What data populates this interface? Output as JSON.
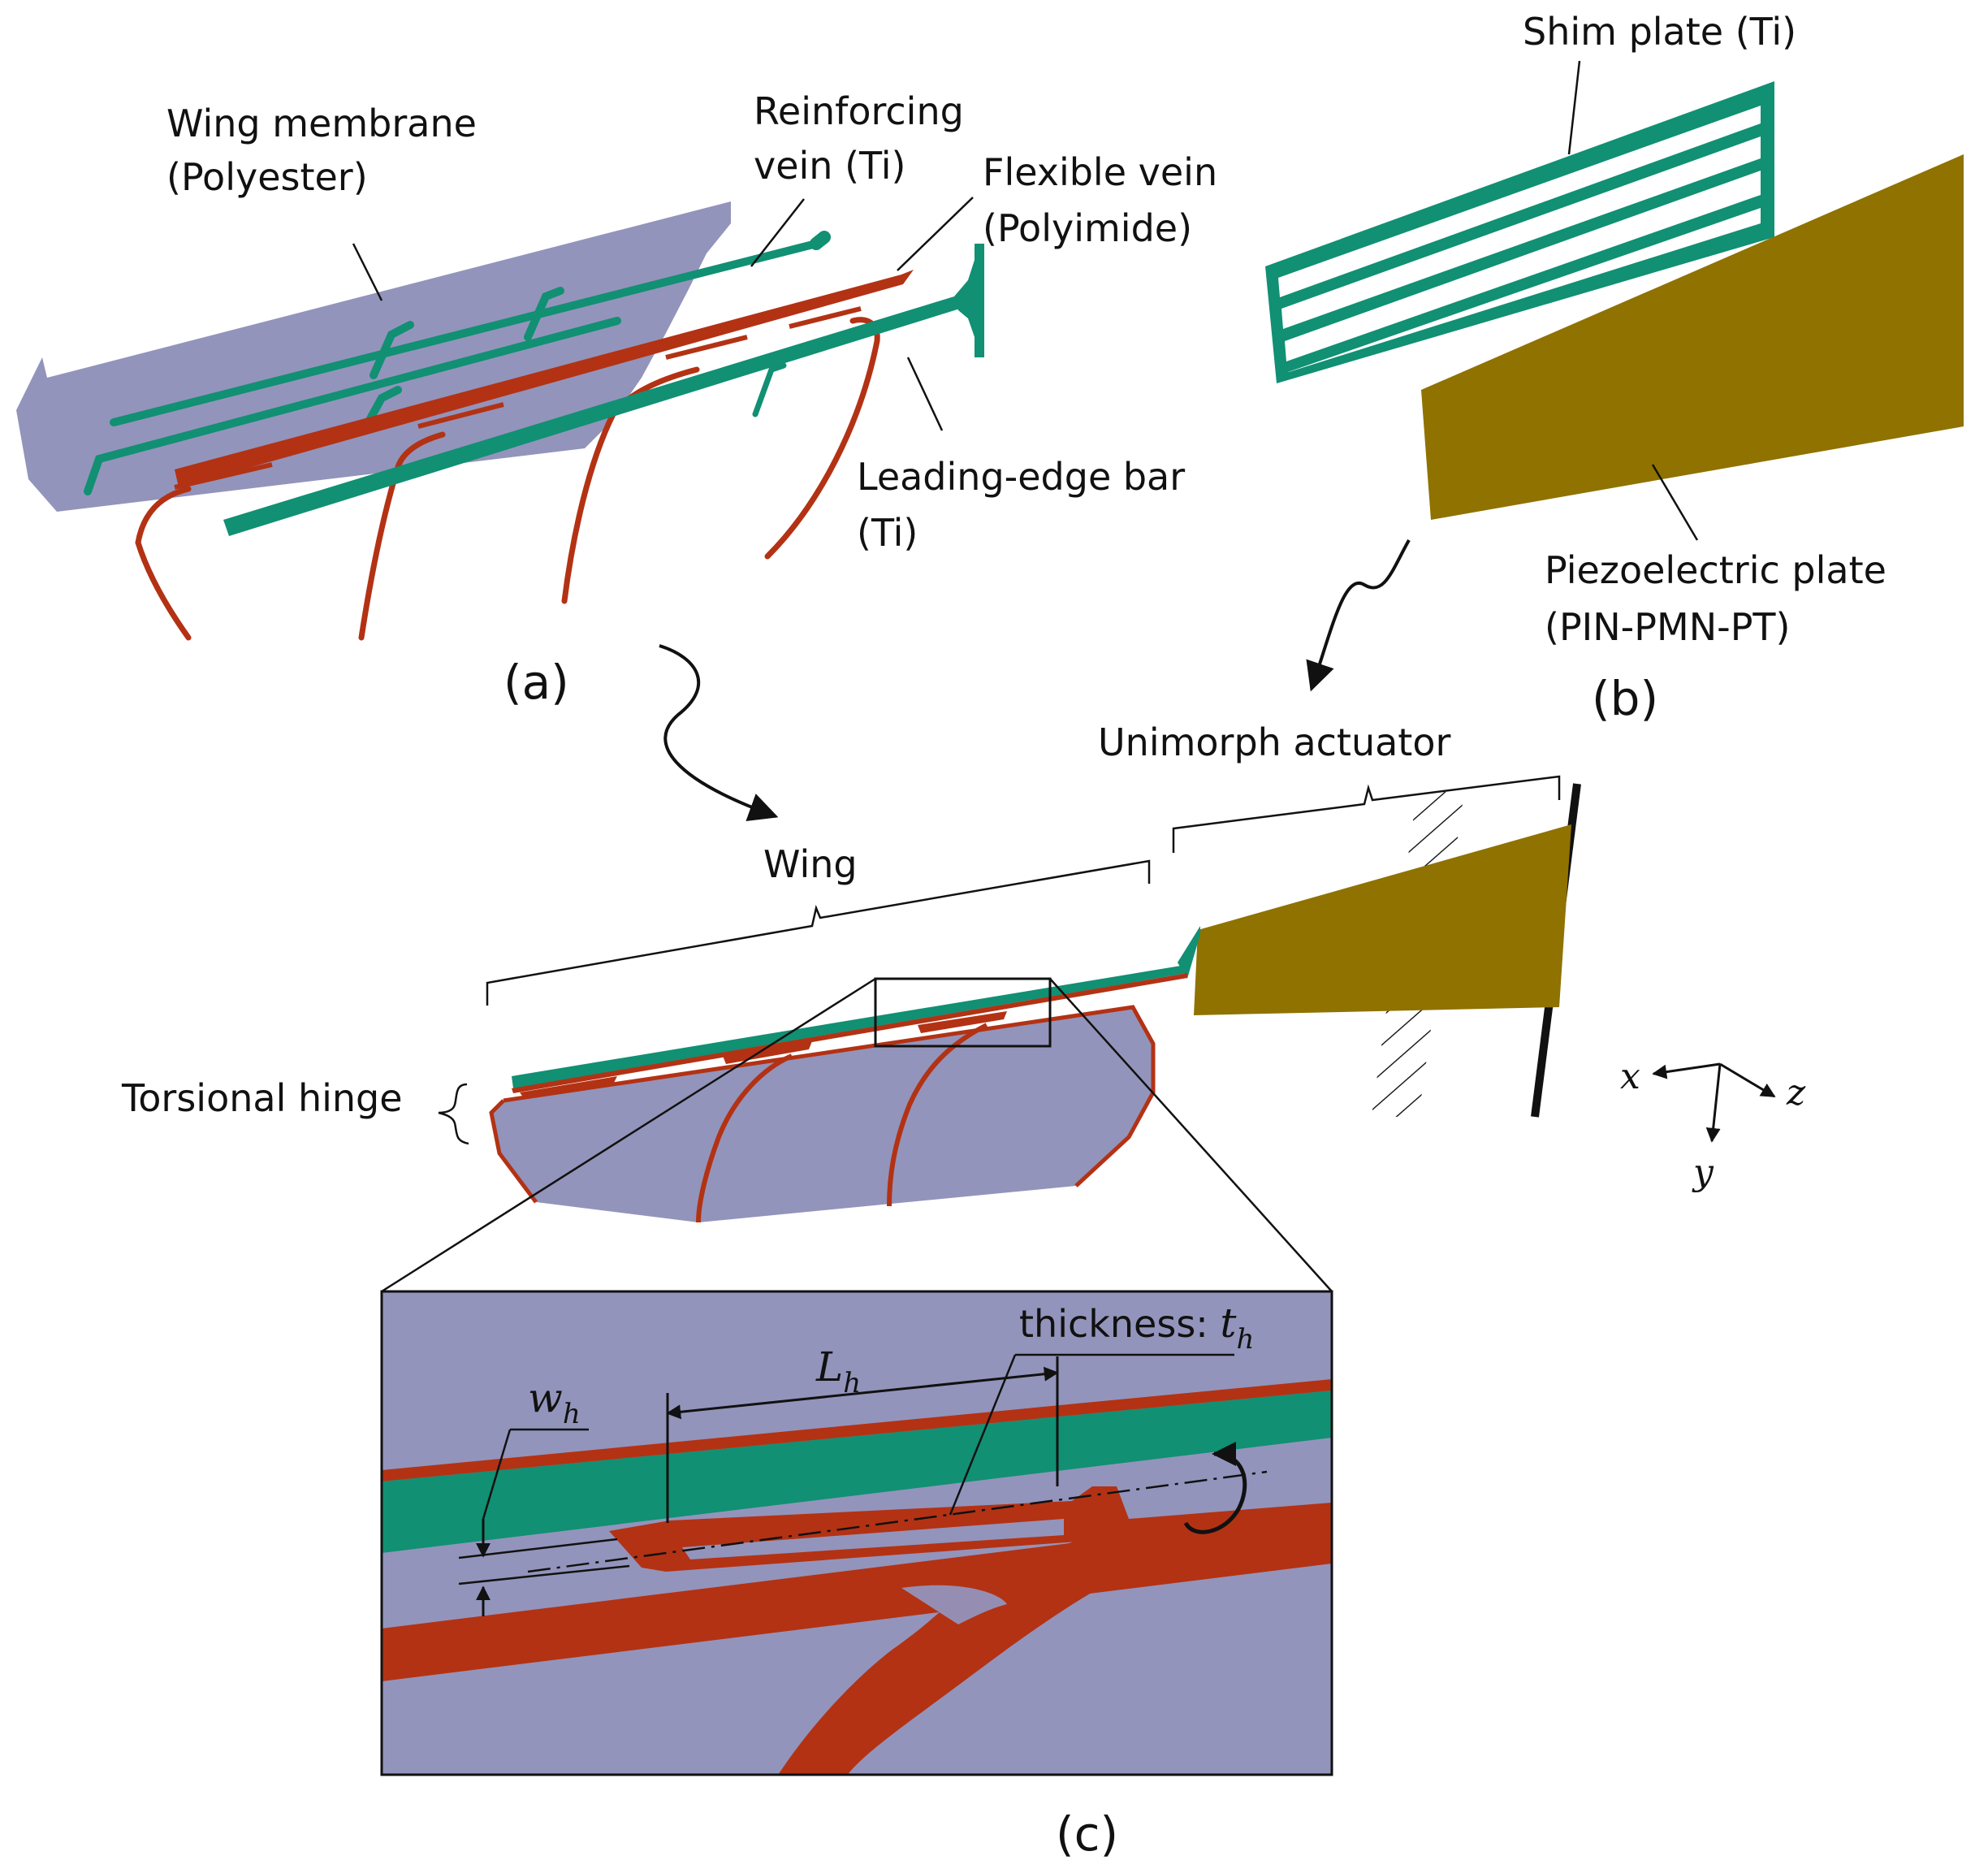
{
  "colors": {
    "membrane": "#9394bb",
    "titanium": "#119073",
    "polyimide": "#b33214",
    "piezo": "#8f7200",
    "line": "#111111"
  },
  "panel_a": {
    "label": "(a)",
    "wing_membrane": [
      "Wing membrane",
      "(Polyester)"
    ],
    "reinforcing_vein": [
      "Reinforcing",
      "vein (Ti)"
    ],
    "flexible_vein": [
      "Flexible vein",
      "(Polyimide)"
    ],
    "leading_edge_bar": [
      "Leading-edge bar",
      "(Ti)"
    ]
  },
  "panel_b": {
    "label": "(b)",
    "shim_plate": "Shim plate (Ti)",
    "piezo_plate": [
      "Piezoelectric plate",
      "(PIN-PMN-PT)"
    ]
  },
  "assembly": {
    "unimorph_actuator": "Unimorph actuator",
    "wing": "Wing",
    "torsional_hinge": "Torsional hinge",
    "axes": {
      "x": "x",
      "y": "y",
      "z": "z"
    }
  },
  "panel_c": {
    "label": "(c)",
    "thickness": {
      "text": "thickness: ",
      "sym": "t",
      "sub": "h"
    },
    "length": {
      "sym": "L",
      "sub": "h"
    },
    "width": {
      "sym": "w",
      "sub": "h"
    }
  }
}
